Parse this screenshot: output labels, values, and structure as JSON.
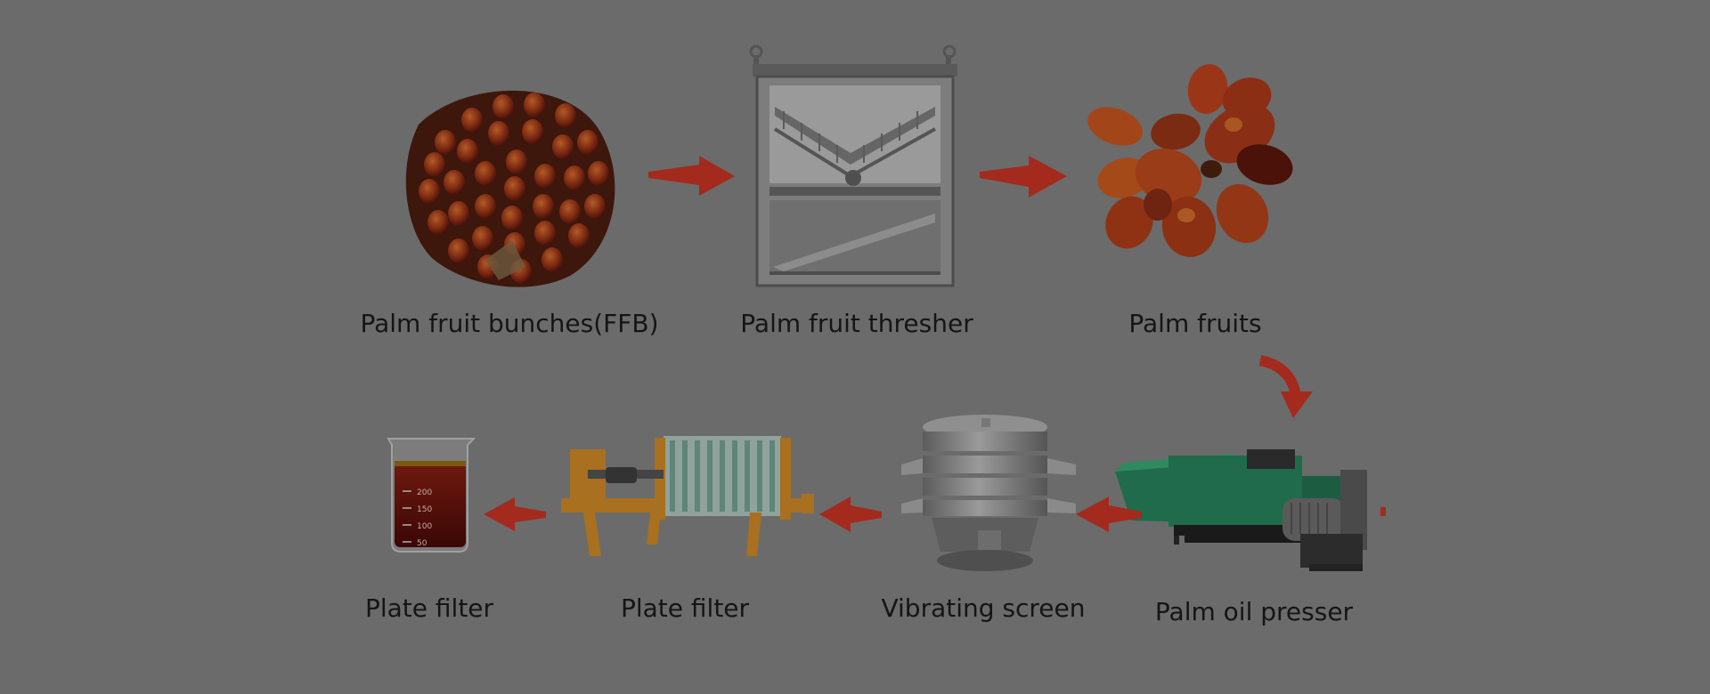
{
  "steps": [
    {
      "label": "Palm fruit bunches(FFB)",
      "icon": "palm-fruit-bunch-icon"
    },
    {
      "label": "Palm fruit thresher",
      "icon": "thresher-machine-icon"
    },
    {
      "label": "Palm fruits",
      "icon": "palm-fruits-icon"
    },
    {
      "label": "Palm oil presser",
      "icon": "oil-press-machine-icon"
    },
    {
      "label": "Vibrating screen",
      "icon": "vibrating-screen-icon"
    },
    {
      "label": "Plate filter",
      "icon": "plate-filter-machine-icon"
    },
    {
      "label": "Plate filter",
      "icon": "oil-beaker-icon"
    }
  ],
  "beaker_marks": [
    "200",
    "150",
    "100",
    "50"
  ],
  "colors": {
    "background": "#6b6b6b",
    "arrow": "#a32a1d",
    "label": "#151515",
    "press_green": "#1f6b4b",
    "filter_orange": "#a8701f",
    "oil": "#5a0d0a"
  }
}
